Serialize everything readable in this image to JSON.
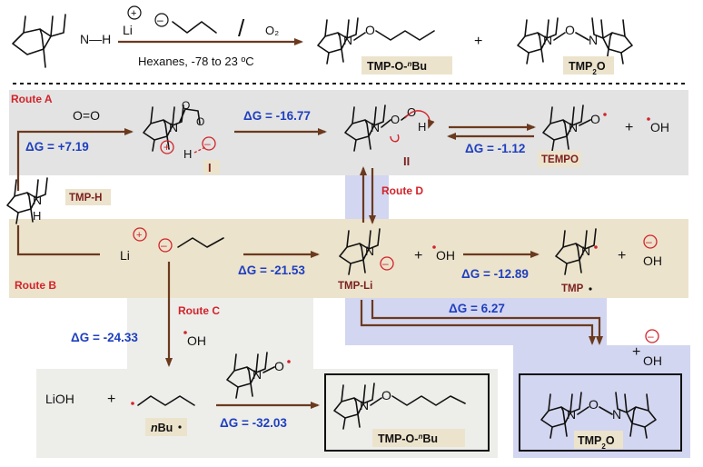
{
  "top_reaction": {
    "reagent_sep": "/",
    "oxidant": "O₂",
    "conditions": "Hexanes, -78 to 23 ºC",
    "plus": "+",
    "product1_prefix": "TMP-O-",
    "product1_sup": "n",
    "product1_suffix": "Bu",
    "product2_prefix": "TMP",
    "product2_sub": "2",
    "product2_suffix": "O"
  },
  "route_a": {
    "label": "Route A",
    "o2": "O=O",
    "dg1": "ΔG = +7.19",
    "dg2": "ΔG = -16.77",
    "dg3": "ΔG = -1.12",
    "int1": "I",
    "int2": "II",
    "tempo": "TEMPO",
    "oh": "OH",
    "plus": "+"
  },
  "tmp_h": {
    "label": "TMP-H"
  },
  "route_b": {
    "label": "Route B",
    "li": "Li",
    "dg1": "ΔG = -21.53",
    "dg2": "ΔG = -12.89",
    "tmp_li": "TMP-Li",
    "tmp_rad": "TMP",
    "oh": "OH",
    "plus": "+"
  },
  "route_c": {
    "label": "Route C",
    "dg1": "ΔG = -24.33",
    "dg2": "ΔG = -32.03",
    "oh": "OH",
    "lioh": "LiOH",
    "plus": "+",
    "nbu_prefix": "n",
    "nbu_suffix": "Bu",
    "product_prefix": "TMP-O-",
    "product_sup": "n",
    "product_suffix": "Bu"
  },
  "route_d": {
    "label": "Route D",
    "dg": "ΔG = 6.27",
    "oh": "OH",
    "plus": "+",
    "product_prefix": "TMP",
    "product_sub": "2",
    "product_suffix": "O"
  },
  "colors": {
    "route_a_bg": "#e3e3e3",
    "route_b_bg": "#ece3cc",
    "route_c_bg": "#ededea",
    "route_d_bg": "#d3d6f0",
    "delta_g": "#1f3fbf",
    "route_label": "#d2232a",
    "arrow": "#6b3a1e"
  }
}
